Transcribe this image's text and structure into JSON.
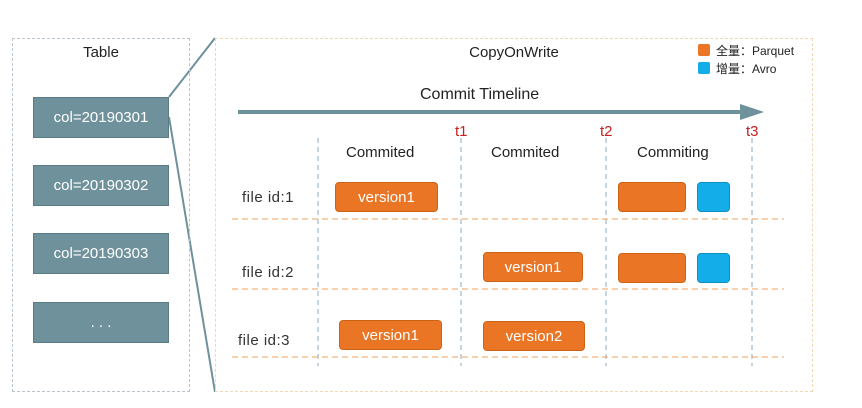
{
  "table": {
    "title": "Table",
    "partitions": [
      "col=20190301",
      "col=20190302",
      "col=20190303",
      ". . ."
    ]
  },
  "cow": {
    "title": "CopyOnWrite",
    "timeline_label": "Commit Timeline",
    "times": [
      "t1",
      "t2",
      "t3"
    ],
    "columns": [
      "Commited",
      "Commited",
      "Commiting"
    ],
    "files": [
      "file id:1",
      "file id:2",
      "file id:3"
    ],
    "blocks": {
      "f1_c1": "version1",
      "f2_c2": "version1",
      "f3_c1": "version1",
      "f3_c2": "version2"
    }
  },
  "legend": {
    "full": {
      "label": "全量：Parquet",
      "color": "#e97525"
    },
    "incremental": {
      "label": "增量：Avro",
      "color": "#13aee9"
    }
  },
  "colors": {
    "timeline": "#6f919c",
    "divider_time": "#8aa9c0",
    "divider_row": "#f0a05a",
    "t_label": "#c81e1e"
  }
}
